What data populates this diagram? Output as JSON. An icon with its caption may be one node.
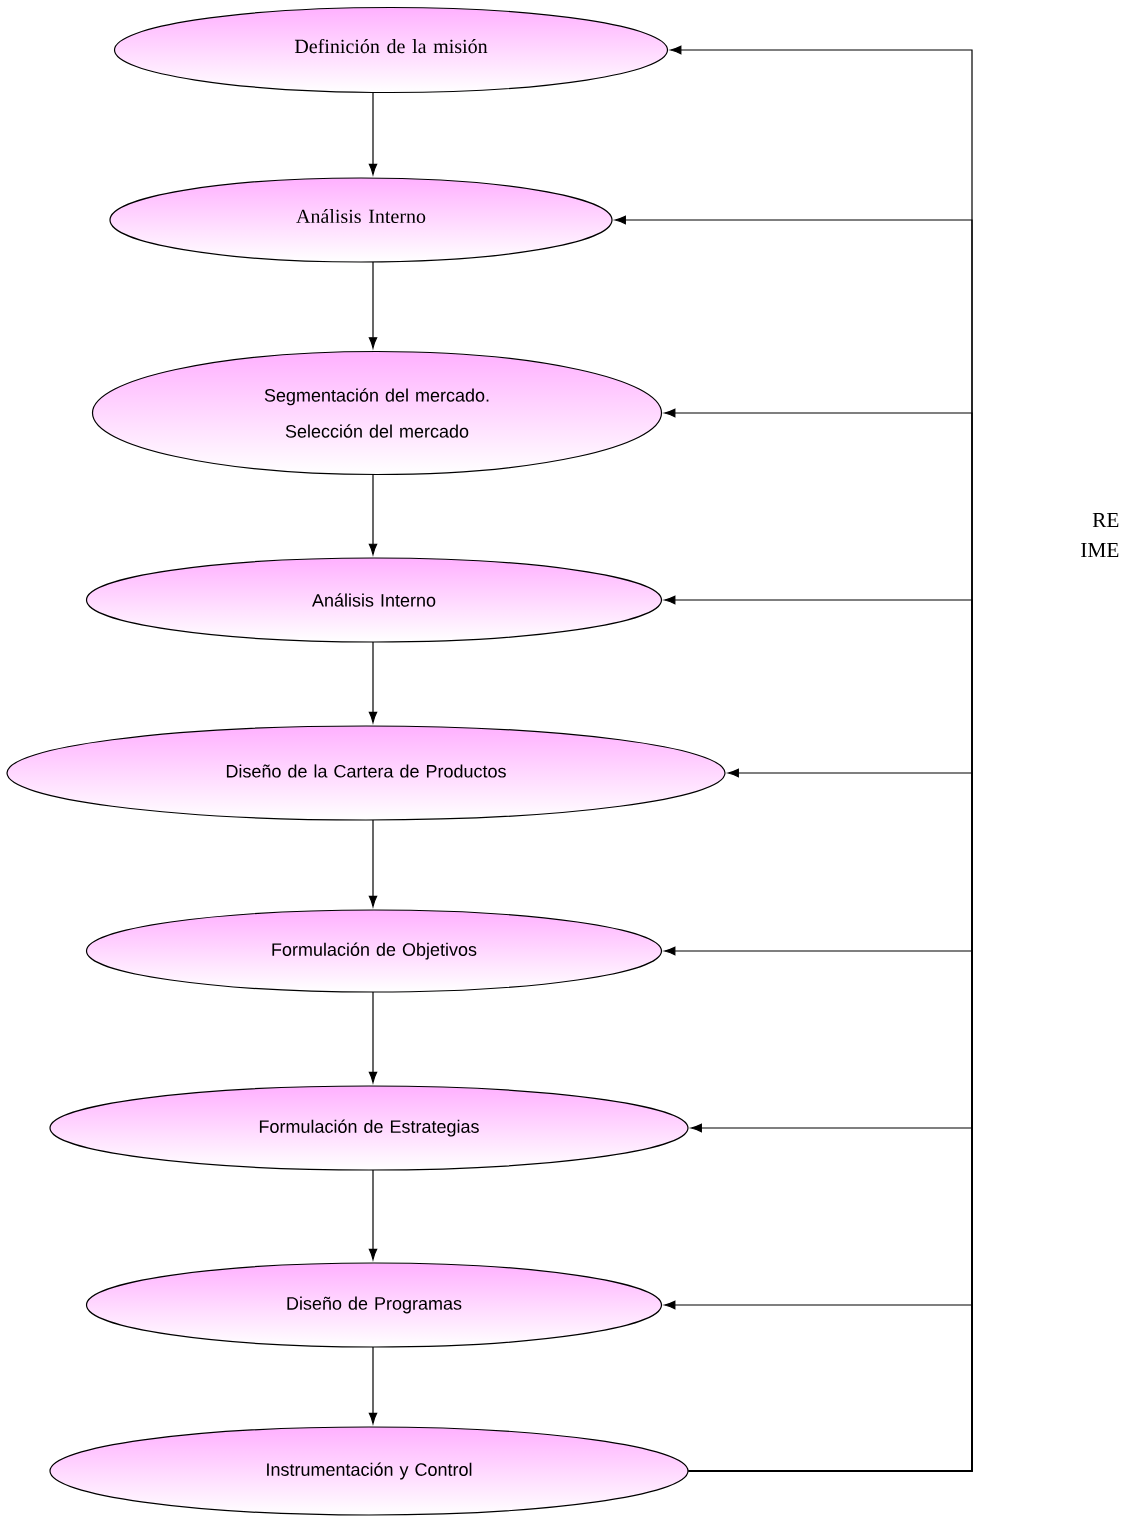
{
  "diagram": {
    "nodes": [
      {
        "text": [
          "Definición de la misión"
        ]
      },
      {
        "text": [
          "Análisis Interno"
        ]
      },
      {
        "text": [
          "Segmentación del mercado. Selección del mercado"
        ]
      },
      {
        "text": [
          "Análisis Interno"
        ]
      },
      {
        "text": [
          "Diseño de la Cartera de Productos"
        ]
      },
      {
        "text": [
          "Formulación de Objetivos"
        ]
      },
      {
        "text": [
          "Formulación de Estrategias"
        ]
      },
      {
        "text": [
          "Diseño de Programas"
        ]
      },
      {
        "text": [
          "Instrumentación y Control"
        ]
      }
    ],
    "edges": [
      {
        "from": 0,
        "to": 1,
        "arrow": "to"
      },
      {
        "from": 1,
        "to": 2,
        "arrow": "to"
      },
      {
        "from": 2,
        "to": 3,
        "arrow": "to"
      },
      {
        "from": 3,
        "to": 4,
        "arrow": "to"
      },
      {
        "from": 4,
        "to": 5,
        "arrow": "to"
      },
      {
        "from": 5,
        "to": 6,
        "arrow": "to"
      },
      {
        "from": 6,
        "to": 7,
        "arrow": "to"
      },
      {
        "from": 7,
        "to": 8,
        "arrow": "to"
      },
      {
        "from": 8,
        "to": 0,
        "arrow": "to"
      },
      {
        "from": 8,
        "to": 1,
        "arrow": "to"
      },
      {
        "from": 8,
        "to": 2,
        "arrow": "to"
      },
      {
        "from": 8,
        "to": 3,
        "arrow": "to"
      },
      {
        "from": 8,
        "to": 4,
        "arrow": "to"
      },
      {
        "from": 8,
        "to": 5,
        "arrow": "to"
      },
      {
        "from": 8,
        "to": 6,
        "arrow": "to"
      },
      {
        "from": 8,
        "to": 7,
        "arrow": "to"
      }
    ],
    "labels": [
      "RE",
      "IME"
    ]
  }
}
